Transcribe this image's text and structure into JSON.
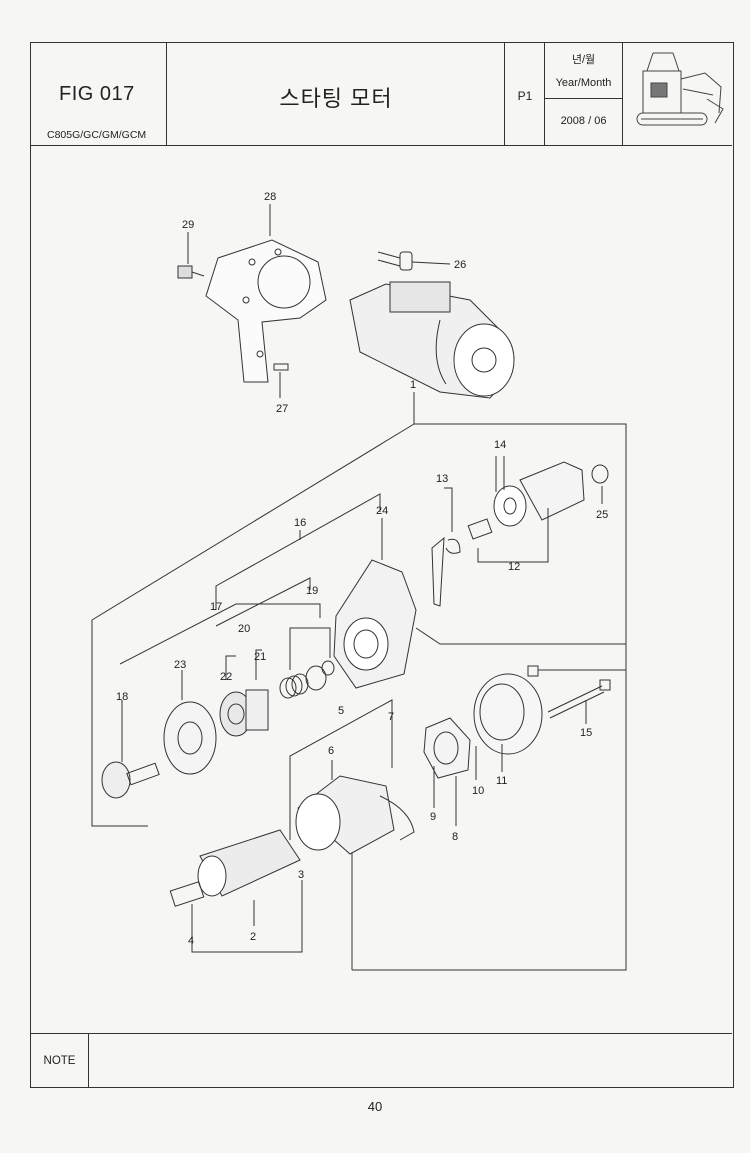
{
  "header": {
    "fig_label": "FIG 017",
    "model": "C805G/GC/GM/GCM",
    "title": "스타팅 모터",
    "page_code": "P1",
    "year_month_ko": "년/월",
    "year_month_en": "Year/Month",
    "date": "2008 / 06"
  },
  "thumbnail_icon": "excavator-icon",
  "diagram": {
    "callouts": [
      "1",
      "2",
      "3",
      "4",
      "5",
      "6",
      "7",
      "8",
      "9",
      "10",
      "11",
      "12",
      "13",
      "14",
      "15",
      "16",
      "17",
      "18",
      "19",
      "20",
      "21",
      "22",
      "23",
      "24",
      "25",
      "26",
      "27",
      "28",
      "29"
    ]
  },
  "note": {
    "label": "NOTE",
    "text": ""
  },
  "page_number": "40"
}
